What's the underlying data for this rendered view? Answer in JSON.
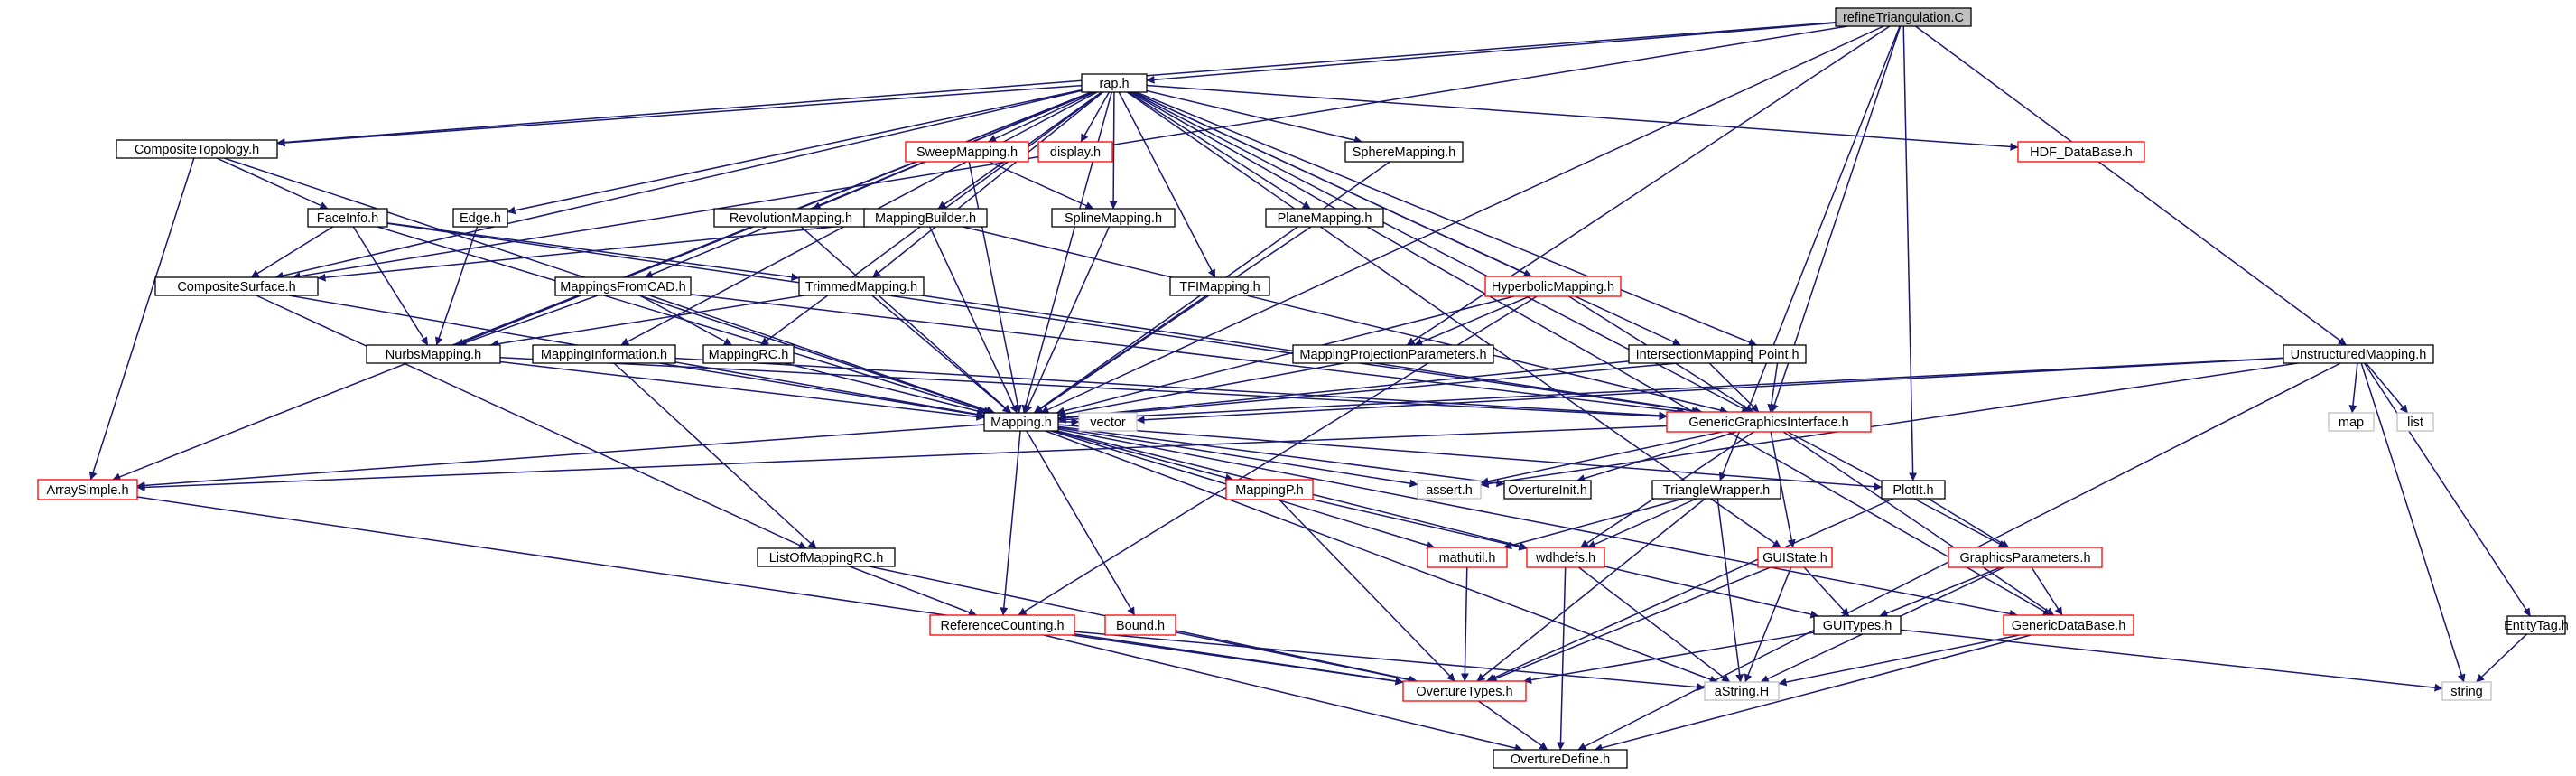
{
  "colors": {
    "edge": "#191970",
    "border_plain": "#000000",
    "border_truncated": "#ff0000",
    "border_system": "#bfbfbf",
    "root_fill": "#bfbfbf",
    "node_fill": "#ffffff",
    "text": "#000000"
  },
  "nodes": [
    {
      "id": "refine",
      "label": "refineTriangulation.C",
      "kind": "root"
    },
    {
      "id": "rap",
      "label": "rap.h",
      "kind": "plain"
    },
    {
      "id": "composite_topology",
      "label": "CompositeTopology.h",
      "kind": "plain"
    },
    {
      "id": "sweep",
      "label": "SweepMapping.h",
      "kind": "truncated"
    },
    {
      "id": "display",
      "label": "display.h",
      "kind": "truncated"
    },
    {
      "id": "sphere",
      "label": "SphereMapping.h",
      "kind": "plain"
    },
    {
      "id": "hdf",
      "label": "HDF_DataBase.h",
      "kind": "truncated"
    },
    {
      "id": "faceinfo",
      "label": "FaceInfo.h",
      "kind": "plain"
    },
    {
      "id": "edge",
      "label": "Edge.h",
      "kind": "plain"
    },
    {
      "id": "revolution",
      "label": "RevolutionMapping.h",
      "kind": "plain"
    },
    {
      "id": "mapping_builder",
      "label": "MappingBuilder.h",
      "kind": "plain"
    },
    {
      "id": "spline",
      "label": "SplineMapping.h",
      "kind": "plain"
    },
    {
      "id": "plane",
      "label": "PlaneMapping.h",
      "kind": "plain"
    },
    {
      "id": "composite_surface",
      "label": "CompositeSurface.h",
      "kind": "plain"
    },
    {
      "id": "trimmed",
      "label": "TrimmedMapping.h",
      "kind": "plain"
    },
    {
      "id": "mappings_from_cad",
      "label": "MappingsFromCAD.h",
      "kind": "plain"
    },
    {
      "id": "tfi",
      "label": "TFIMapping.h",
      "kind": "plain"
    },
    {
      "id": "hyperbolic",
      "label": "HyperbolicMapping.h",
      "kind": "truncated"
    },
    {
      "id": "nurbs",
      "label": "NurbsMapping.h",
      "kind": "plain"
    },
    {
      "id": "mapping_information",
      "label": "MappingInformation.h",
      "kind": "plain"
    },
    {
      "id": "mapping_rc",
      "label": "MappingRC.h",
      "kind": "plain"
    },
    {
      "id": "mapping_projection",
      "label": "MappingProjectionParameters.h",
      "kind": "plain"
    },
    {
      "id": "intersection",
      "label": "IntersectionMapping.h",
      "kind": "plain"
    },
    {
      "id": "point",
      "label": "Point.h",
      "kind": "plain"
    },
    {
      "id": "unstructured",
      "label": "UnstructuredMapping.h",
      "kind": "plain"
    },
    {
      "id": "mapping",
      "label": "Mapping.h",
      "kind": "plain"
    },
    {
      "id": "vector",
      "label": "vector",
      "kind": "system"
    },
    {
      "id": "ggi",
      "label": "GenericGraphicsInterface.h",
      "kind": "truncated"
    },
    {
      "id": "map",
      "label": "map",
      "kind": "system"
    },
    {
      "id": "list",
      "label": "list",
      "kind": "system"
    },
    {
      "id": "array_simple",
      "label": "ArraySimple.h",
      "kind": "truncated"
    },
    {
      "id": "mappingp",
      "label": "MappingP.h",
      "kind": "truncated"
    },
    {
      "id": "assert",
      "label": "assert.h",
      "kind": "system"
    },
    {
      "id": "overture_init",
      "label": "OvertureInit.h",
      "kind": "plain"
    },
    {
      "id": "triangle_wrapper",
      "label": "TriangleWrapper.h",
      "kind": "plain"
    },
    {
      "id": "plotit",
      "label": "PlotIt.h",
      "kind": "plain"
    },
    {
      "id": "list_of_mapping_rc",
      "label": "ListOfMappingRC.h",
      "kind": "plain"
    },
    {
      "id": "mathutil",
      "label": "mathutil.h",
      "kind": "truncated"
    },
    {
      "id": "wdhdefs",
      "label": "wdhdefs.h",
      "kind": "truncated"
    },
    {
      "id": "gui_state",
      "label": "GUIState.h",
      "kind": "truncated"
    },
    {
      "id": "graphics_parameters",
      "label": "GraphicsParameters.h",
      "kind": "truncated"
    },
    {
      "id": "reference_counting",
      "label": "ReferenceCounting.h",
      "kind": "truncated"
    },
    {
      "id": "bound",
      "label": "Bound.h",
      "kind": "truncated"
    },
    {
      "id": "gui_types",
      "label": "GUITypes.h",
      "kind": "plain"
    },
    {
      "id": "generic_database",
      "label": "GenericDataBase.h",
      "kind": "truncated"
    },
    {
      "id": "entity_tag",
      "label": "EntityTag.h",
      "kind": "plain"
    },
    {
      "id": "overture_types",
      "label": "OvertureTypes.h",
      "kind": "truncated"
    },
    {
      "id": "astring",
      "label": "aString.H",
      "kind": "system"
    },
    {
      "id": "string",
      "label": "string",
      "kind": "system"
    },
    {
      "id": "overture_define",
      "label": "OvertureDefine.h",
      "kind": "plain"
    }
  ],
  "edges": [
    [
      "refine",
      "rap"
    ],
    [
      "refine",
      "composite_topology"
    ],
    [
      "refine",
      "composite_surface"
    ],
    [
      "refine",
      "mapping"
    ],
    [
      "refine",
      "mapping_projection"
    ],
    [
      "refine",
      "ggi"
    ],
    [
      "refine",
      "triangle_wrapper"
    ],
    [
      "refine",
      "plotit"
    ],
    [
      "refine",
      "unstructured"
    ],
    [
      "rap",
      "composite_topology"
    ],
    [
      "rap",
      "array_simple"
    ],
    [
      "rap",
      "composite_surface"
    ],
    [
      "rap",
      "nurbs"
    ],
    [
      "rap",
      "edge"
    ],
    [
      "rap",
      "mapping_information"
    ],
    [
      "rap",
      "mappings_from_cad"
    ],
    [
      "rap",
      "revolution"
    ],
    [
      "rap",
      "mapping_rc"
    ],
    [
      "rap",
      "mapping_builder"
    ],
    [
      "rap",
      "sweep"
    ],
    [
      "rap",
      "display"
    ],
    [
      "rap",
      "spline"
    ],
    [
      "rap",
      "trimmed"
    ],
    [
      "rap",
      "mapping"
    ],
    [
      "rap",
      "tfi"
    ],
    [
      "rap",
      "plane"
    ],
    [
      "rap",
      "sphere"
    ],
    [
      "rap",
      "hyperbolic"
    ],
    [
      "rap",
      "intersection"
    ],
    [
      "rap",
      "point"
    ],
    [
      "rap",
      "ggi"
    ],
    [
      "rap",
      "hdf"
    ],
    [
      "rap",
      "gui_state"
    ],
    [
      "rap",
      "generic_database"
    ],
    [
      "composite_topology",
      "faceinfo"
    ],
    [
      "composite_topology",
      "array_simple"
    ],
    [
      "composite_topology",
      "mapping"
    ],
    [
      "faceinfo",
      "composite_surface"
    ],
    [
      "faceinfo",
      "nurbs"
    ],
    [
      "faceinfo",
      "trimmed"
    ],
    [
      "faceinfo",
      "mapping"
    ],
    [
      "faceinfo",
      "ggi"
    ],
    [
      "edge",
      "nurbs"
    ],
    [
      "revolution",
      "mapping"
    ],
    [
      "mapping_builder",
      "composite_surface"
    ],
    [
      "mapping_builder",
      "mapping"
    ],
    [
      "mapping_builder",
      "ggi"
    ],
    [
      "sweep",
      "spline"
    ],
    [
      "sweep",
      "mapping"
    ],
    [
      "spline",
      "mapping"
    ],
    [
      "plane",
      "mapping"
    ],
    [
      "sphere",
      "mapping"
    ],
    [
      "tfi",
      "mapping"
    ],
    [
      "composite_surface",
      "mapping"
    ],
    [
      "composite_surface",
      "list_of_mapping_rc"
    ],
    [
      "trimmed",
      "nurbs"
    ],
    [
      "trimmed",
      "mapping"
    ],
    [
      "trimmed",
      "ggi"
    ],
    [
      "mappings_from_cad",
      "nurbs"
    ],
    [
      "mappings_from_cad",
      "mapping_rc"
    ],
    [
      "mappings_from_cad",
      "mapping"
    ],
    [
      "mappings_from_cad",
      "ggi"
    ],
    [
      "hyperbolic",
      "mapping_projection"
    ],
    [
      "hyperbolic",
      "mapping"
    ],
    [
      "hyperbolic",
      "ggi"
    ],
    [
      "hyperbolic",
      "reference_counting"
    ],
    [
      "nurbs",
      "mapping"
    ],
    [
      "nurbs",
      "ggi"
    ],
    [
      "mapping_information",
      "mapping"
    ],
    [
      "mapping_information",
      "list_of_mapping_rc"
    ],
    [
      "mapping_information",
      "ggi"
    ],
    [
      "mapping_rc",
      "mapping"
    ],
    [
      "mapping_projection",
      "mapping"
    ],
    [
      "intersection",
      "mapping"
    ],
    [
      "intersection",
      "ggi"
    ],
    [
      "point",
      "mapping"
    ],
    [
      "point",
      "ggi"
    ],
    [
      "unstructured",
      "mapping"
    ],
    [
      "unstructured",
      "vector"
    ],
    [
      "unstructured",
      "map"
    ],
    [
      "unstructured",
      "list"
    ],
    [
      "unstructured",
      "string"
    ],
    [
      "unstructured",
      "entity_tag"
    ],
    [
      "unstructured",
      "overture_define"
    ],
    [
      "unstructured",
      "assert"
    ],
    [
      "mapping",
      "vector"
    ],
    [
      "mapping",
      "array_simple"
    ],
    [
      "mapping",
      "mappingp"
    ],
    [
      "mapping",
      "assert"
    ],
    [
      "mapping",
      "overture_init"
    ],
    [
      "mapping",
      "plotit"
    ],
    [
      "mapping",
      "mathutil"
    ],
    [
      "mapping",
      "wdhdefs"
    ],
    [
      "mapping",
      "reference_counting"
    ],
    [
      "mapping",
      "bound"
    ],
    [
      "mapping",
      "astring"
    ],
    [
      "mapping",
      "generic_database"
    ],
    [
      "ggi",
      "overture_init"
    ],
    [
      "ggi",
      "assert"
    ],
    [
      "ggi",
      "wdhdefs"
    ],
    [
      "ggi",
      "gui_state"
    ],
    [
      "ggi",
      "graphics_parameters"
    ],
    [
      "ggi",
      "generic_database"
    ],
    [
      "ggi",
      "array_simple"
    ],
    [
      "triangle_wrapper",
      "mathutil"
    ],
    [
      "triangle_wrapper",
      "wdhdefs"
    ],
    [
      "triangle_wrapper",
      "overture_types"
    ],
    [
      "triangle_wrapper",
      "astring"
    ],
    [
      "plotit",
      "graphics_parameters"
    ],
    [
      "plotit",
      "overture_types"
    ],
    [
      "array_simple",
      "overture_types"
    ],
    [
      "mappingp",
      "overture_types"
    ],
    [
      "mappingp",
      "wdhdefs"
    ],
    [
      "list_of_mapping_rc",
      "reference_counting"
    ],
    [
      "list_of_mapping_rc",
      "overture_types"
    ],
    [
      "mathutil",
      "overture_types"
    ],
    [
      "wdhdefs",
      "gui_types"
    ],
    [
      "wdhdefs",
      "astring"
    ],
    [
      "wdhdefs",
      "overture_define"
    ],
    [
      "gui_state",
      "gui_types"
    ],
    [
      "gui_state",
      "astring"
    ],
    [
      "gui_state",
      "overture_types"
    ],
    [
      "graphics_parameters",
      "gui_types"
    ],
    [
      "graphics_parameters",
      "generic_database"
    ],
    [
      "graphics_parameters",
      "astring"
    ],
    [
      "reference_counting",
      "overture_types"
    ],
    [
      "reference_counting",
      "overture_define"
    ],
    [
      "reference_counting",
      "astring"
    ],
    [
      "bound",
      "overture_types"
    ],
    [
      "gui_types",
      "overture_types"
    ],
    [
      "gui_types",
      "string"
    ],
    [
      "generic_database",
      "astring"
    ],
    [
      "generic_database",
      "overture_define"
    ],
    [
      "entity_tag",
      "string"
    ],
    [
      "overture_types",
      "overture_define"
    ]
  ]
}
